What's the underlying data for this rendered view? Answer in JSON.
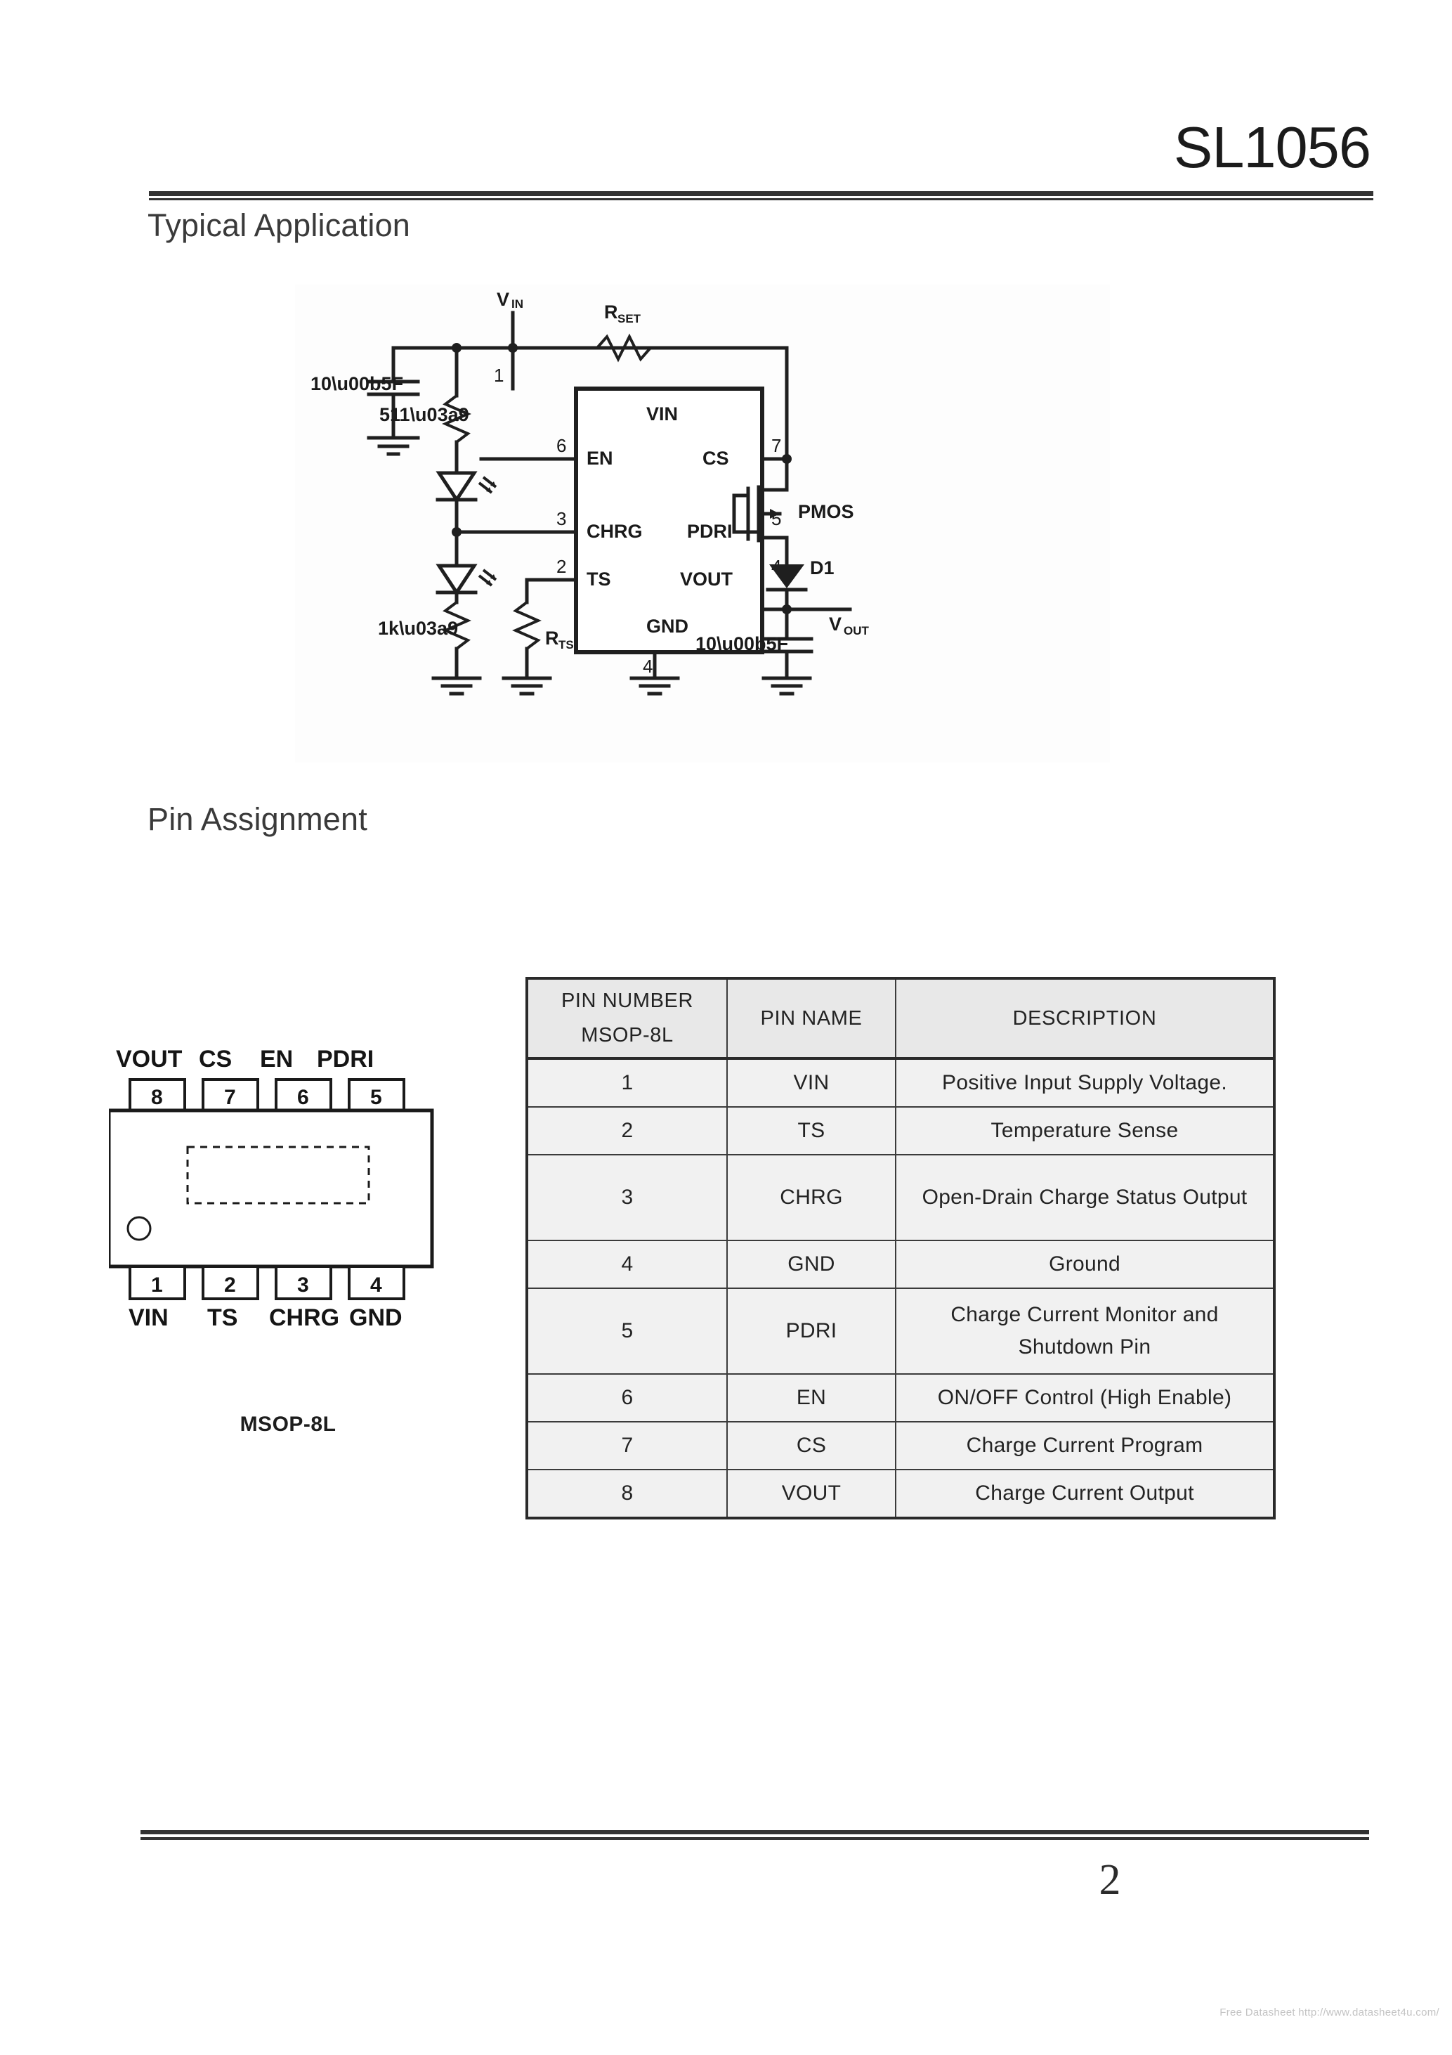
{
  "document": {
    "title": "SL1056",
    "page_number": "2",
    "watermark": "Free Datasheet http://www.datasheet4u.com/"
  },
  "sections": {
    "typical_application": "Typical Application",
    "pin_assignment": "Pin Assignment"
  },
  "circuit": {
    "input_label": "V",
    "input_label_sub": "IN",
    "output_label": "V",
    "output_label_sub": "OUT",
    "rset_label": "R",
    "rset_label_sub": "SET",
    "rts_label": "R",
    "rts_label_sub": "TS",
    "cap_input": "10µF",
    "cap_output": "10µF",
    "res_511": "511Ω",
    "res_1k": "1kΩ",
    "pmos_label": "PMOS",
    "diode_label": "D1",
    "ic_pins_left": [
      {
        "number": "6",
        "name": "EN"
      },
      {
        "number": "3",
        "name": "CHRG"
      },
      {
        "number": "2",
        "name": "TS"
      }
    ],
    "ic_pins_right": [
      {
        "number": "7",
        "name": "CS"
      },
      {
        "number": "5",
        "name": "PDRI"
      },
      {
        "number": "4",
        "name": "VOUT"
      }
    ],
    "ic_pin_top": {
      "number": "1",
      "name": "VIN"
    },
    "ic_pin_bottom": {
      "number": "4",
      "name": "GND"
    }
  },
  "package": {
    "name": "MSOP-8L",
    "top_pins": [
      {
        "number": "8",
        "name": "VOUT"
      },
      {
        "number": "7",
        "name": "CS"
      },
      {
        "number": "6",
        "name": "EN"
      },
      {
        "number": "5",
        "name": "PDRI"
      }
    ],
    "bottom_pins": [
      {
        "number": "1",
        "name": "VIN"
      },
      {
        "number": "2",
        "name": "TS"
      },
      {
        "number": "3",
        "name": "CHRG"
      },
      {
        "number": "4",
        "name": "GND"
      }
    ]
  },
  "pin_table": {
    "headers": {
      "pin_number_line1": "PIN NUMBER",
      "pin_number_line2": "MSOP-8L",
      "pin_name": "PIN NAME",
      "description": "DESCRIPTION"
    },
    "rows": [
      {
        "number": "1",
        "name": "VIN",
        "description": "Positive Input Supply Voltage.",
        "tall": false
      },
      {
        "number": "2",
        "name": "TS",
        "description": "Temperature Sense",
        "tall": false
      },
      {
        "number": "3",
        "name": "CHRG",
        "description": "Open-Drain Charge Status Output",
        "tall": true
      },
      {
        "number": "4",
        "name": "GND",
        "description": "Ground",
        "tall": false
      },
      {
        "number": "5",
        "name": "PDRI",
        "description": "Charge Current Monitor and Shutdown Pin",
        "tall": true
      },
      {
        "number": "6",
        "name": "EN",
        "description": "ON/OFF Control (High Enable)",
        "tall": false
      },
      {
        "number": "7",
        "name": "CS",
        "description": "Charge Current Program",
        "tall": false
      },
      {
        "number": "8",
        "name": "VOUT",
        "description": "Charge Current Output",
        "tall": false
      }
    ]
  }
}
